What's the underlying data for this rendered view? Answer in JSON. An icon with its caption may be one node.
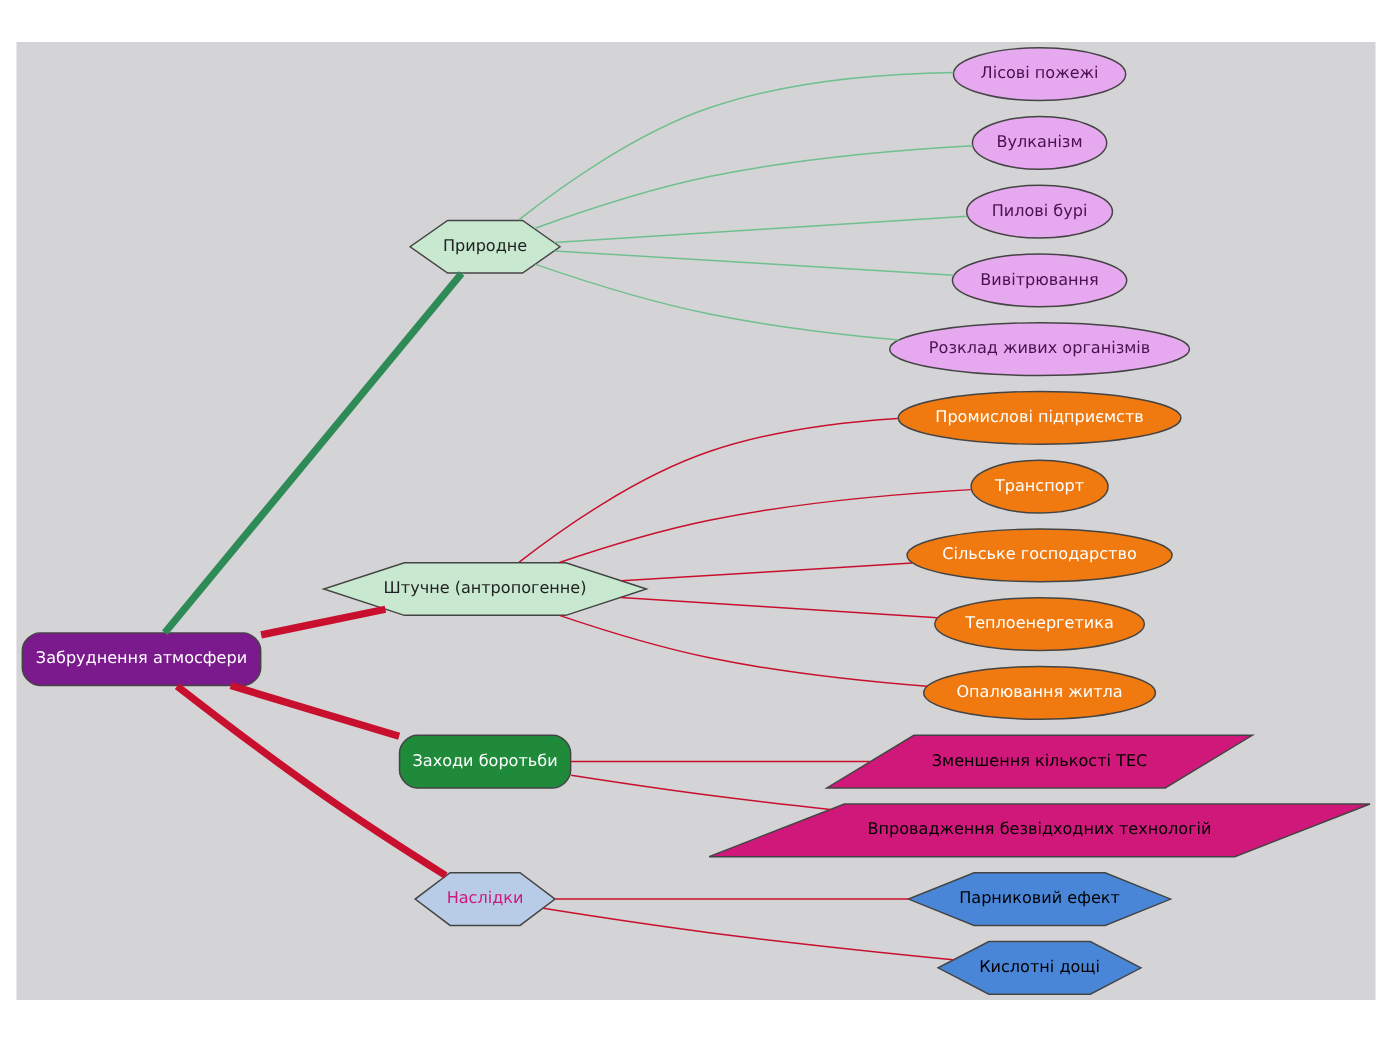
{
  "diagram": {
    "nodes": [
      {
        "text": [
          "Забруднення атмосфери"
        ]
      },
      {
        "text": [
          "Природне"
        ]
      },
      {
        "text": [
          "Лісові пожежі"
        ]
      },
      {
        "text": [
          "Вулканізм"
        ]
      },
      {
        "text": [
          "Пилові бурі"
        ]
      },
      {
        "text": [
          "Вивітрювання"
        ]
      },
      {
        "text": [
          "Розклад живих організмів"
        ]
      },
      {
        "text": [
          "Штучне (антропогенне)"
        ]
      },
      {
        "text": [
          "Промислові підприємств"
        ]
      },
      {
        "text": [
          "Транспорт"
        ]
      },
      {
        "text": [
          "Сільське господарство"
        ]
      },
      {
        "text": [
          "Теплоенергетика"
        ]
      },
      {
        "text": [
          "Опалювання житла"
        ]
      },
      {
        "text": [
          "Заходи боротьби"
        ]
      },
      {
        "text": [
          "Зменшення кількості ТЕС"
        ]
      },
      {
        "text": [
          "Впровадження безвідходних технологій"
        ]
      },
      {
        "text": [
          "Наслідки"
        ]
      },
      {
        "text": [
          "Парниковий ефект"
        ]
      },
      {
        "text": [
          "Кислотні дощі"
        ]
      }
    ],
    "edges": [
      {
        "from": 0,
        "to": 1,
        "arrow": "none",
        "style": "thick",
        "color": "#2e8b57"
      },
      {
        "from": 1,
        "to": 2,
        "arrow": "none",
        "color": "#6fbf8f"
      },
      {
        "from": 1,
        "to": 3,
        "arrow": "none",
        "color": "#6fbf8f"
      },
      {
        "from": 1,
        "to": 4,
        "arrow": "none",
        "color": "#6fbf8f"
      },
      {
        "from": 1,
        "to": 5,
        "arrow": "none",
        "color": "#6fbf8f"
      },
      {
        "from": 1,
        "to": 6,
        "arrow": "none",
        "color": "#6fbf8f"
      },
      {
        "from": 0,
        "to": 7,
        "arrow": "none",
        "style": "thick"
      },
      {
        "from": 7,
        "to": 8,
        "arrow": "none"
      },
      {
        "from": 7,
        "to": 9,
        "arrow": "none"
      },
      {
        "from": 7,
        "to": 10,
        "arrow": "none"
      },
      {
        "from": 7,
        "to": 11,
        "arrow": "none"
      },
      {
        "from": 7,
        "to": 12,
        "arrow": "none"
      },
      {
        "from": 0,
        "to": 13,
        "arrow": "none",
        "style": "thick"
      },
      {
        "from": 13,
        "to": 14,
        "arrow": "none"
      },
      {
        "from": 13,
        "to": 15,
        "arrow": "none"
      },
      {
        "from": 0,
        "to": 16,
        "arrow": "none",
        "style": "thick"
      },
      {
        "from": 16,
        "to": 17,
        "arrow": "none"
      },
      {
        "from": 16,
        "to": 18,
        "arrow": "none"
      }
    ]
  }
}
